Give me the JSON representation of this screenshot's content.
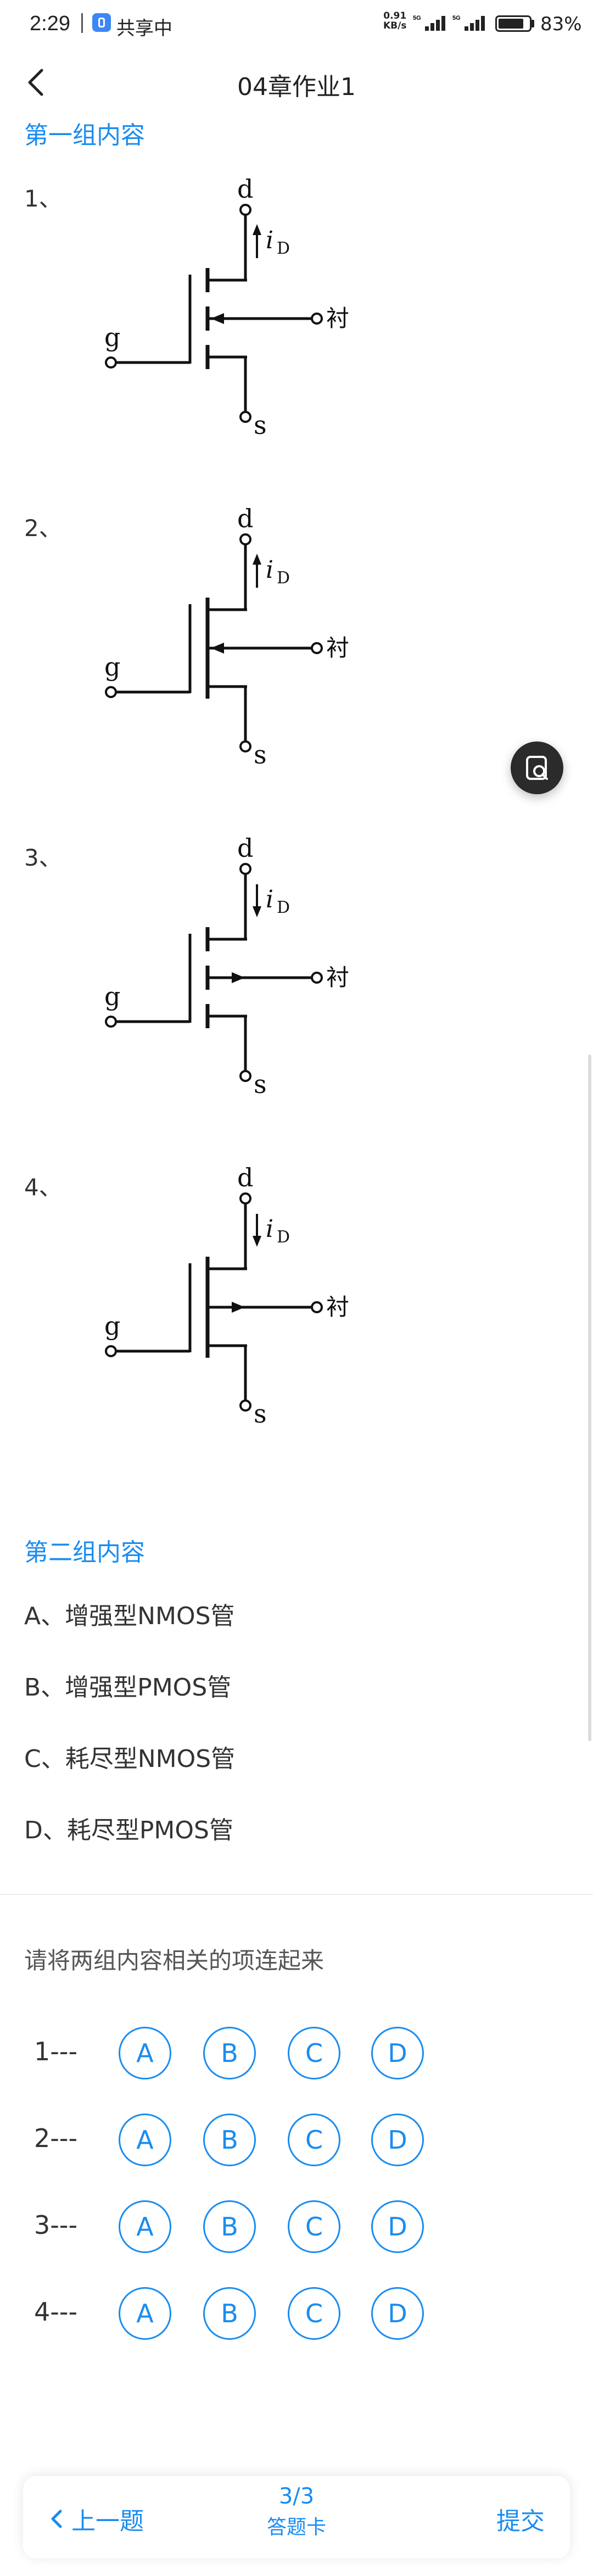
{
  "status_bar": {
    "time": "2:29",
    "app_name": "共享中",
    "net_speed_value": "0.91",
    "net_speed_unit": "KB/s",
    "signal1_label": "5G",
    "signal2_label": "5G",
    "battery": "83",
    "battery_level": 0.83
  },
  "header": {
    "title": "04章作业1",
    "back_icon": "chevron-left-icon"
  },
  "group1": {
    "title": "第一组内容",
    "items": [
      {
        "num": "1、",
        "d": "d",
        "g": "g",
        "s": "s",
        "iD": "i",
        "iD_sub": "D",
        "sub": "衬",
        "channel": "enhancement",
        "arrow": "in"
      },
      {
        "num": "2、",
        "d": "d",
        "g": "g",
        "s": "s",
        "iD": "i",
        "iD_sub": "D",
        "sub": "衬",
        "channel": "depletion",
        "arrow": "in"
      },
      {
        "num": "3、",
        "d": "d",
        "g": "g",
        "s": "s",
        "iD": "i",
        "iD_sub": "D",
        "sub": "衬",
        "channel": "enhancement",
        "arrow": "out"
      },
      {
        "num": "4、",
        "d": "d",
        "g": "g",
        "s": "s",
        "iD": "i",
        "iD_sub": "D",
        "sub": "衬",
        "channel": "depletion",
        "arrow": "out"
      }
    ]
  },
  "floating_button": {
    "icon": "search-document-icon"
  },
  "group2": {
    "title": "第二组内容",
    "options": [
      "A、增强型NMOS管",
      "B、增强型PMOS管",
      "C、耗尽型NMOS管",
      "D、耗尽型PMOS管"
    ]
  },
  "prompt": "请将两组内容相关的项连起来",
  "matching": {
    "rows": [
      {
        "label": "1---",
        "choices": [
          "A",
          "B",
          "C",
          "D"
        ]
      },
      {
        "label": "2---",
        "choices": [
          "A",
          "B",
          "C",
          "D"
        ]
      },
      {
        "label": "3---",
        "choices": [
          "A",
          "B",
          "C",
          "D"
        ]
      },
      {
        "label": "4---",
        "choices": [
          "A",
          "B",
          "C",
          "D"
        ]
      }
    ]
  },
  "bottom_bar": {
    "prev_label": "上一题",
    "progress": "3/3",
    "answer_card_label": "答题卡",
    "submit_label": "提交"
  },
  "colors": {
    "accent": "#1a8cf0",
    "text": "#333333"
  }
}
